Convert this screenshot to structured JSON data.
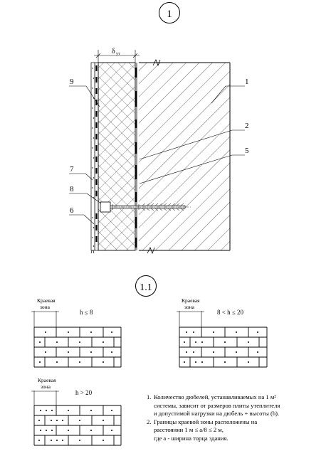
{
  "section_main": {
    "label": "1"
  },
  "section_detail": {
    "label": "1.1"
  },
  "insulation_thickness": {
    "symbol": "δ",
    "subscript": "ут"
  },
  "callouts": [
    "9",
    "1",
    "2",
    "5",
    "7",
    "8",
    "6"
  ],
  "edge_zone_label": [
    "Краевая",
    "зона"
  ],
  "patterns": [
    {
      "condition": "h ≤ 8"
    },
    {
      "condition": "8 < h ≤ 20"
    },
    {
      "condition": "h > 20"
    }
  ],
  "notes": [
    {
      "number": "1.",
      "lines": [
        "Количество дюбелей, устанавливаемых на 1 м²",
        "системы, зависит от размеров плиты утеплителя",
        "и допустимой нагрузки на дюбель + высоты (h)."
      ]
    },
    {
      "number": "2.",
      "lines": [
        "Границы краевой зоны расположены на",
        "расстоянии 1 м ≤ a/8 ≤ 2 м,",
        "где a - ширина торца здания."
      ]
    }
  ],
  "colors": {
    "line": "#000000",
    "background": "#ffffff",
    "dowel": "#9a9a9a"
  }
}
